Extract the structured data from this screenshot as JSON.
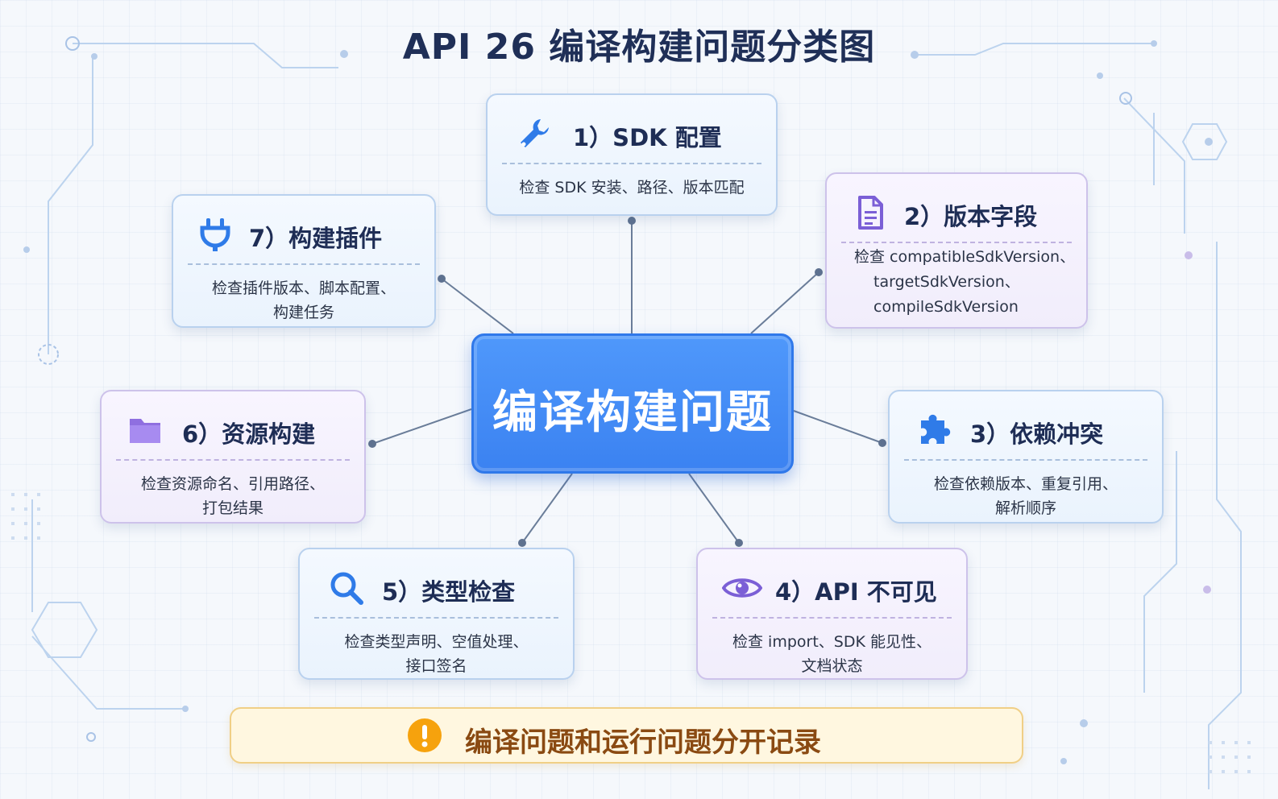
{
  "title": "API 26 编译构建问题分类图",
  "center": {
    "label": "编译构建问题"
  },
  "nodes": [
    {
      "key": "sdk",
      "title": "1）SDK 配置",
      "icon": "wrench-icon",
      "desc": [
        "检查 SDK 安装、路径、版本匹配"
      ]
    },
    {
      "key": "version",
      "title": "2）版本字段",
      "icon": "document-icon",
      "desc": [
        "检查 compatibleSdkVersion、",
        "targetSdkVersion、",
        "compileSdkVersion"
      ]
    },
    {
      "key": "deps",
      "title": "3）依赖冲突",
      "icon": "puzzle-icon",
      "desc": [
        "检查依赖版本、重复引用、",
        "解析顺序"
      ]
    },
    {
      "key": "api",
      "title": "4）API 不可见",
      "icon": "eye-icon",
      "desc": [
        "检查 import、SDK 能见性、",
        "文档状态"
      ]
    },
    {
      "key": "type",
      "title": "5）类型检查",
      "icon": "search-icon",
      "desc": [
        "检查类型声明、空值处理、",
        "接口签名"
      ]
    },
    {
      "key": "resource",
      "title": "6）资源构建",
      "icon": "folder-icon",
      "desc": [
        "检查资源命名、引用路径、",
        "打包结果"
      ]
    },
    {
      "key": "plugin",
      "title": "7）构建插件",
      "icon": "plug-icon",
      "desc": [
        "检查插件版本、脚本配置、",
        "构建任务"
      ]
    }
  ],
  "note": {
    "text": "编译问题和运行问题分开记录",
    "icon": "warning-icon"
  },
  "colors": {
    "title": "#1f2f57",
    "center_fill": "#3f87f5",
    "card_blue_border": "#b9d1ee",
    "card_purple_border": "#cdc2ea",
    "connector": "#6a7d99",
    "note_text": "#8a4a12",
    "icon_blue": "#2f7be8",
    "icon_purple": "#7b5fd6",
    "icon_orange": "#f6a20d"
  }
}
